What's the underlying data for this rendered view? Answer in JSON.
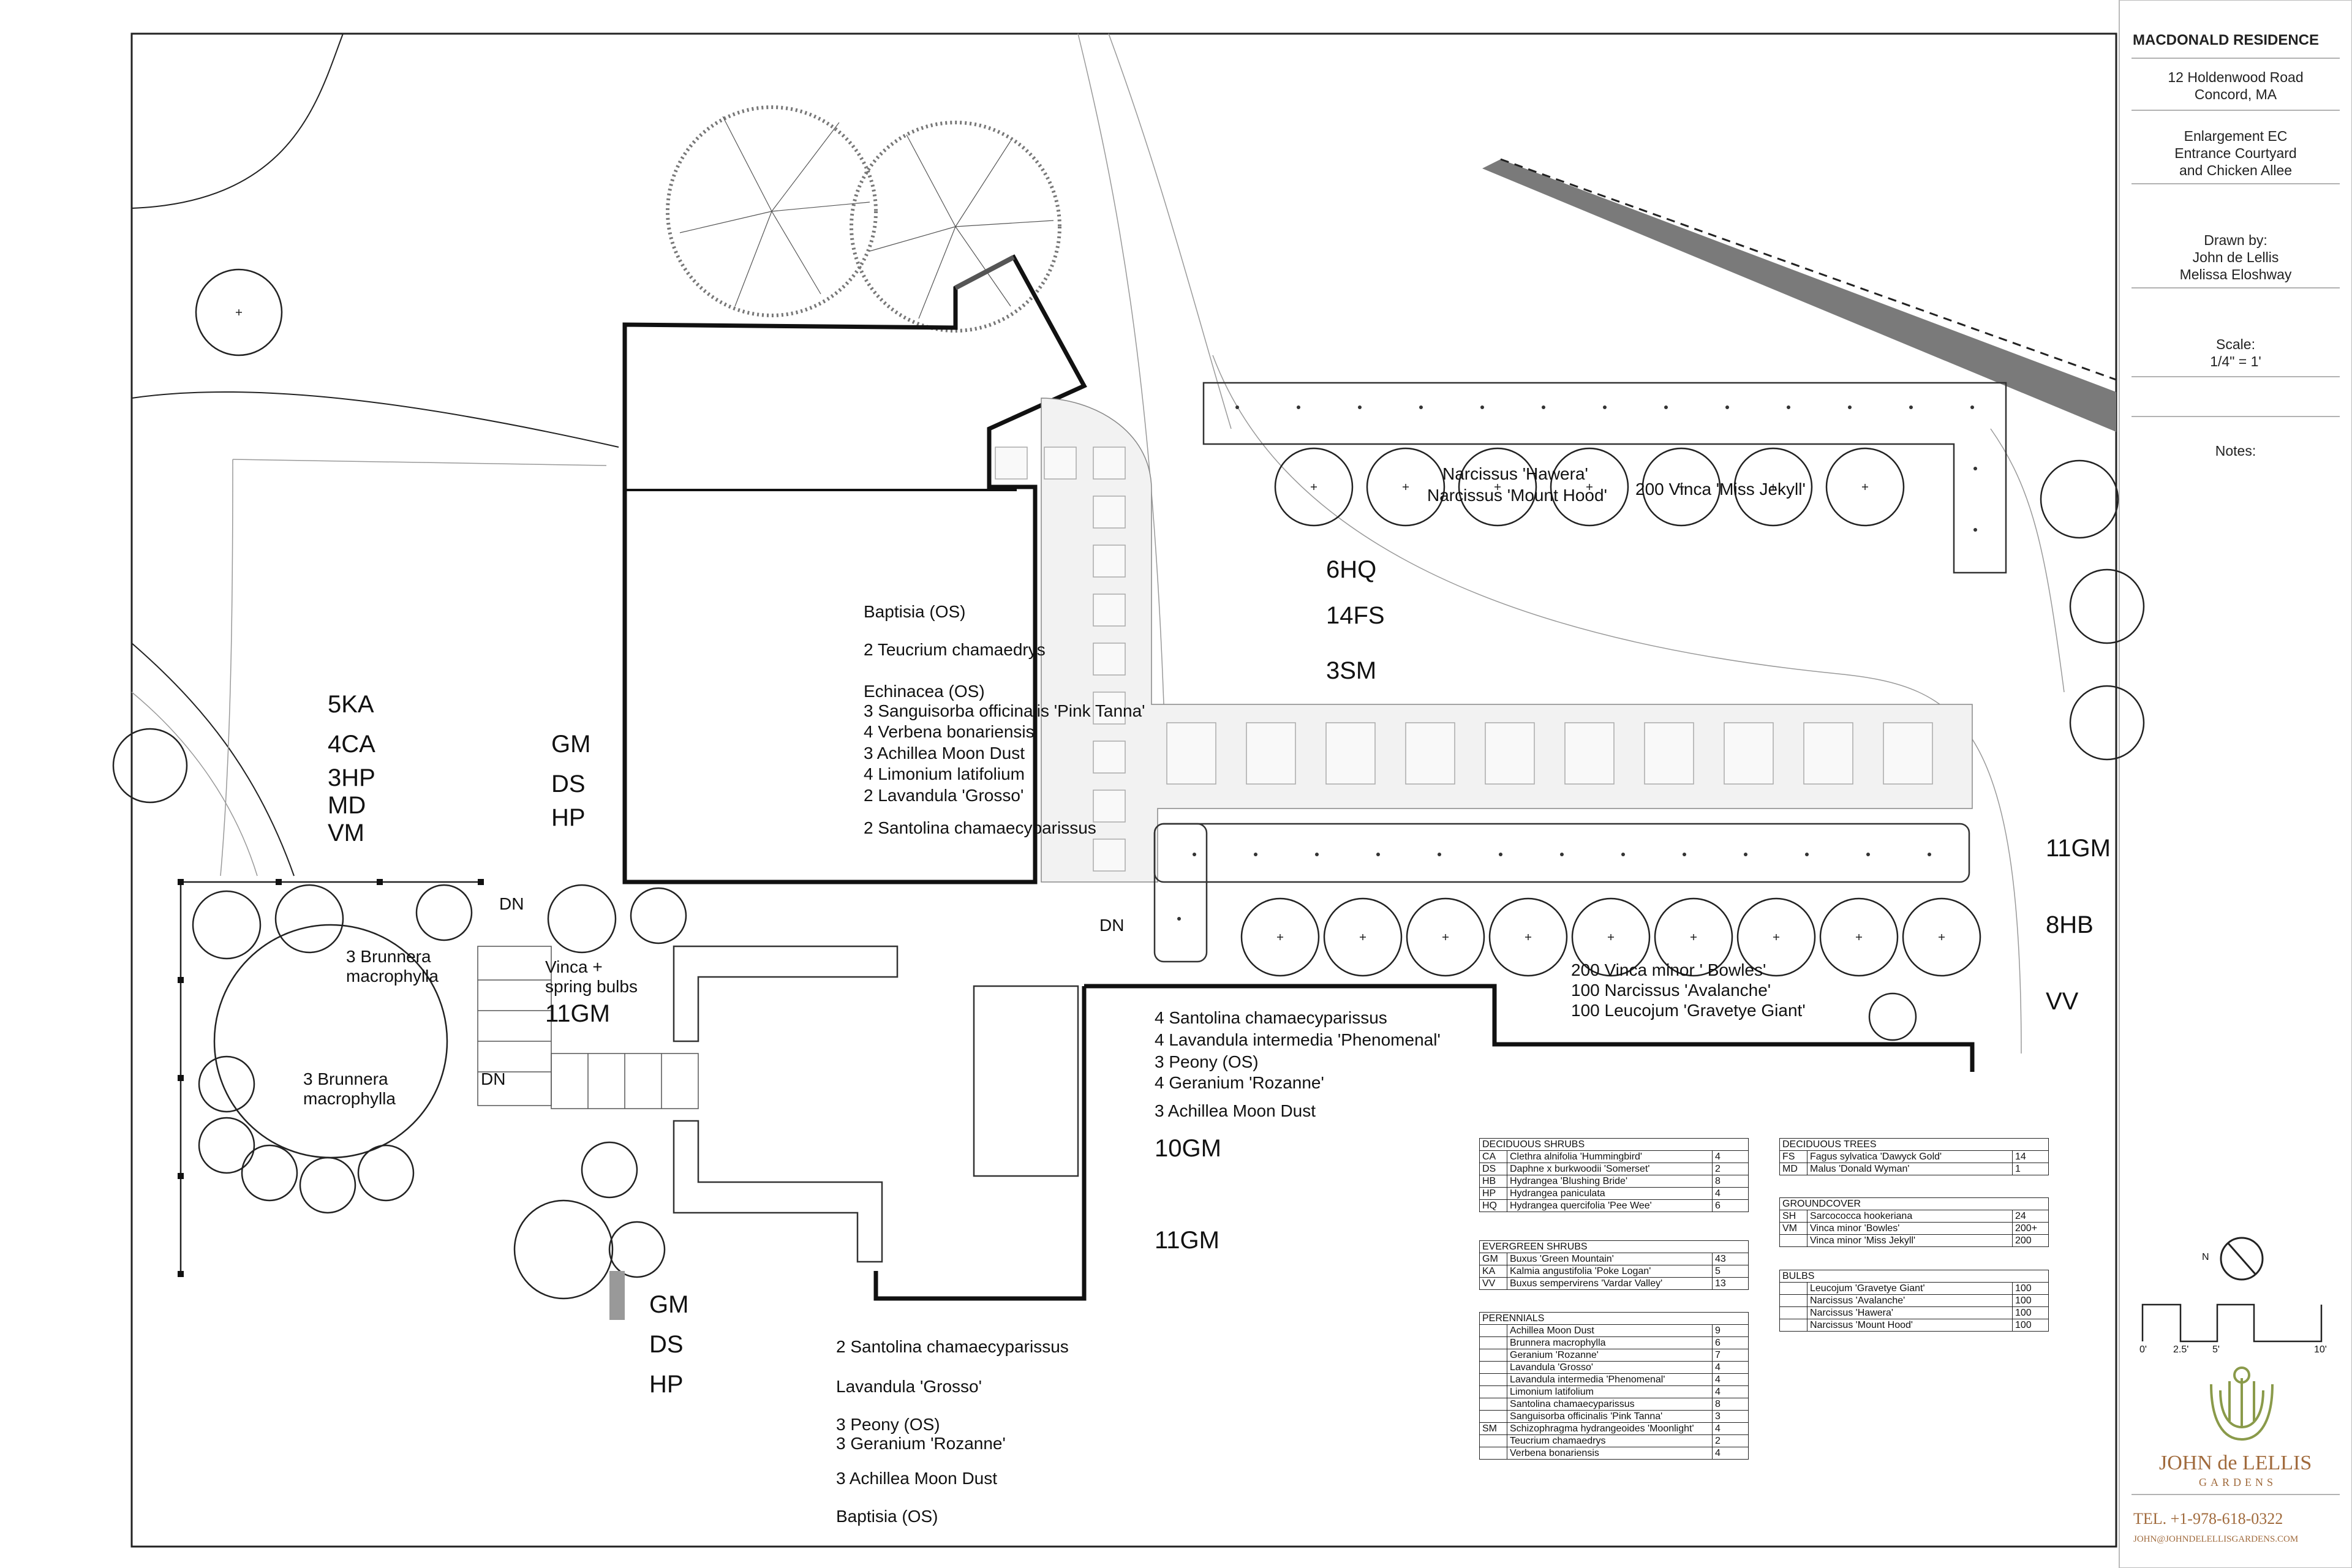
{
  "title_block": {
    "project": "MACDONALD RESIDENCE",
    "address1": "12 Holdenwood Road",
    "address2": "Concord, MA",
    "sheet1": "Enlargement EC",
    "sheet2": "Entrance Courtyard",
    "sheet3": "and Chicken Allee",
    "drawn_label": "Drawn by:",
    "drawn1": "John de Lellis",
    "drawn2": "Melissa Eloshway",
    "scale_label": "Scale:",
    "scale_value": "1/4\" = 1'",
    "notes_label": "Notes:",
    "bar_scale": [
      "0'",
      "2.5'",
      "5'",
      "10'"
    ],
    "company1": "JOHN de LELLIS",
    "company2": "GARDENS",
    "phone": "TEL. +1-978-618-0322",
    "email": "JOHN@JOHNDELELLISGARDENS.COM"
  },
  "plan_labels": {
    "hawera": "Narcissus 'Hawera'",
    "mount_hood": "Narcissus 'Mount Hood'",
    "vinca_jekyll": "200 Vinca 'Miss Jekyll'",
    "hq6": "6HQ",
    "fs14": "14FS",
    "sm3": "3SM",
    "baptisia_top": "Baptisia (OS)",
    "teucrium": "2 Teucrium chamaedrys",
    "echinacea": "Echinacea (OS)",
    "sanguisorba": "3 Sanguisorba officinalis 'Pink Tanna'",
    "verbena": "4 Verbena bonariensis",
    "achillea_top": "3 Achillea Moon Dust",
    "limonium": "4 Limonium latifolium",
    "lavandula_grosso_top": "2 Lavandula 'Grosso'",
    "santolina_top": "2 Santolina chamaecyparissus",
    "ka5": "5KA",
    "ca4": "4CA",
    "hp3": "3HP",
    "md": "MD",
    "vm": "VM",
    "gm_top": "GM",
    "ds_top": "DS",
    "hp_top": "HP",
    "dn1": "DN",
    "dn2": "DN",
    "dn3": "DN",
    "brunnera1": "3 Brunnera",
    "brunnera1b": "macrophylla",
    "brunnera2": "3 Brunnera",
    "brunnera2b": "macrophylla",
    "vinca_bulbs1": "Vinca +",
    "vinca_bulbs2": "spring bulbs",
    "gm11_left": "11GM",
    "gm11_right": "11GM",
    "hb8": "8HB",
    "vv": "VV",
    "vinca_bowles": "200 Vinca minor ' Bowles'",
    "avalanche": "100 Narcissus 'Avalanche'",
    "leucojum": "100 Leucojum 'Gravetye Giant'",
    "santolina_mid": "4 Santolina chamaecyparissus",
    "lav_phenomenal": "4 Lavandula intermedia 'Phenomenal'",
    "peony_mid": "3 Peony (OS)",
    "geranium_mid": "4 Geranium 'Rozanne'",
    "achillea_mid": "3 Achillea Moon Dust",
    "gm10": "10GM",
    "gm11_bottom": "11GM",
    "gm_bottom": "GM",
    "ds_bottom": "DS",
    "hp_bottom": "HP",
    "santolina_bottom": "2 Santolina chamaecyparissus",
    "lavandula_grosso_bottom": "Lavandula 'Grosso'",
    "peony_bottom": "3 Peony (OS)",
    "geranium_bottom": "3 Geranium 'Rozanne'",
    "achillea_bottom": "3 Achillea Moon Dust",
    "baptisia_bottom": "Baptisia (OS)"
  },
  "legend": {
    "deciduous_shrubs": {
      "title": "DECIDUOUS SHRUBS",
      "rows": [
        [
          "CA",
          "Clethra alnifolia 'Hummingbird'",
          "4"
        ],
        [
          "DS",
          "Daphne x burkwoodii 'Somerset'",
          "2"
        ],
        [
          "HB",
          "Hydrangea 'Blushing Bride'",
          "8"
        ],
        [
          "HP",
          "Hydrangea paniculata",
          "4"
        ],
        [
          "HQ",
          "Hydrangea quercifolia 'Pee Wee'",
          "6"
        ]
      ]
    },
    "evergreen_shrubs": {
      "title": "EVERGREEN SHRUBS",
      "rows": [
        [
          "GM",
          "Buxus 'Green Mountain'",
          "43"
        ],
        [
          "KA",
          "Kalmia angustifolia 'Poke Logan'",
          "5"
        ],
        [
          "VV",
          "Buxus sempervirens 'Vardar Valley'",
          "13"
        ]
      ]
    },
    "perennials": {
      "title": "PERENNIALS",
      "rows": [
        [
          "",
          "Achillea Moon Dust",
          "9"
        ],
        [
          "",
          "Brunnera macrophylla",
          "6"
        ],
        [
          "",
          "Geranium 'Rozanne'",
          "7"
        ],
        [
          "",
          "Lavandula 'Grosso'",
          "4"
        ],
        [
          "",
          "Lavandula intermedia 'Phenomenal'",
          "4"
        ],
        [
          "",
          "Limonium latifolium",
          "4"
        ],
        [
          "",
          "Santolina chamaecyparissus",
          "8"
        ],
        [
          "",
          "Sanguisorba officinalis 'Pink Tanna'",
          "3"
        ],
        [
          "SM",
          "Schizophragma hydrangeoides 'Moonlight'",
          "4"
        ],
        [
          "",
          "Teucrium chamaedrys",
          "2"
        ],
        [
          "",
          "Verbena bonariensis",
          "4"
        ]
      ]
    },
    "deciduous_trees": {
      "title": "DECIDUOUS TREES",
      "rows": [
        [
          "FS",
          "Fagus sylvatica 'Dawyck Gold'",
          "14"
        ],
        [
          "MD",
          "Malus 'Donald Wyman'",
          "1"
        ]
      ]
    },
    "groundcover": {
      "title": "GROUNDCOVER",
      "rows": [
        [
          "SH",
          "Sarcococca hookeriana",
          "24"
        ],
        [
          "VM",
          "Vinca minor 'Bowles'",
          "200+"
        ],
        [
          "",
          "Vinca minor 'Miss Jekyll'",
          "200"
        ]
      ]
    },
    "bulbs": {
      "title": "BULBS",
      "rows": [
        [
          "",
          "Leucojum 'Gravetye Giant'",
          "100"
        ],
        [
          "",
          "Narcissus 'Avalanche'",
          "100"
        ],
        [
          "",
          "Narcissus 'Hawera'",
          "100"
        ],
        [
          "",
          "Narcissus 'Mount Hood'",
          "100"
        ]
      ]
    }
  }
}
